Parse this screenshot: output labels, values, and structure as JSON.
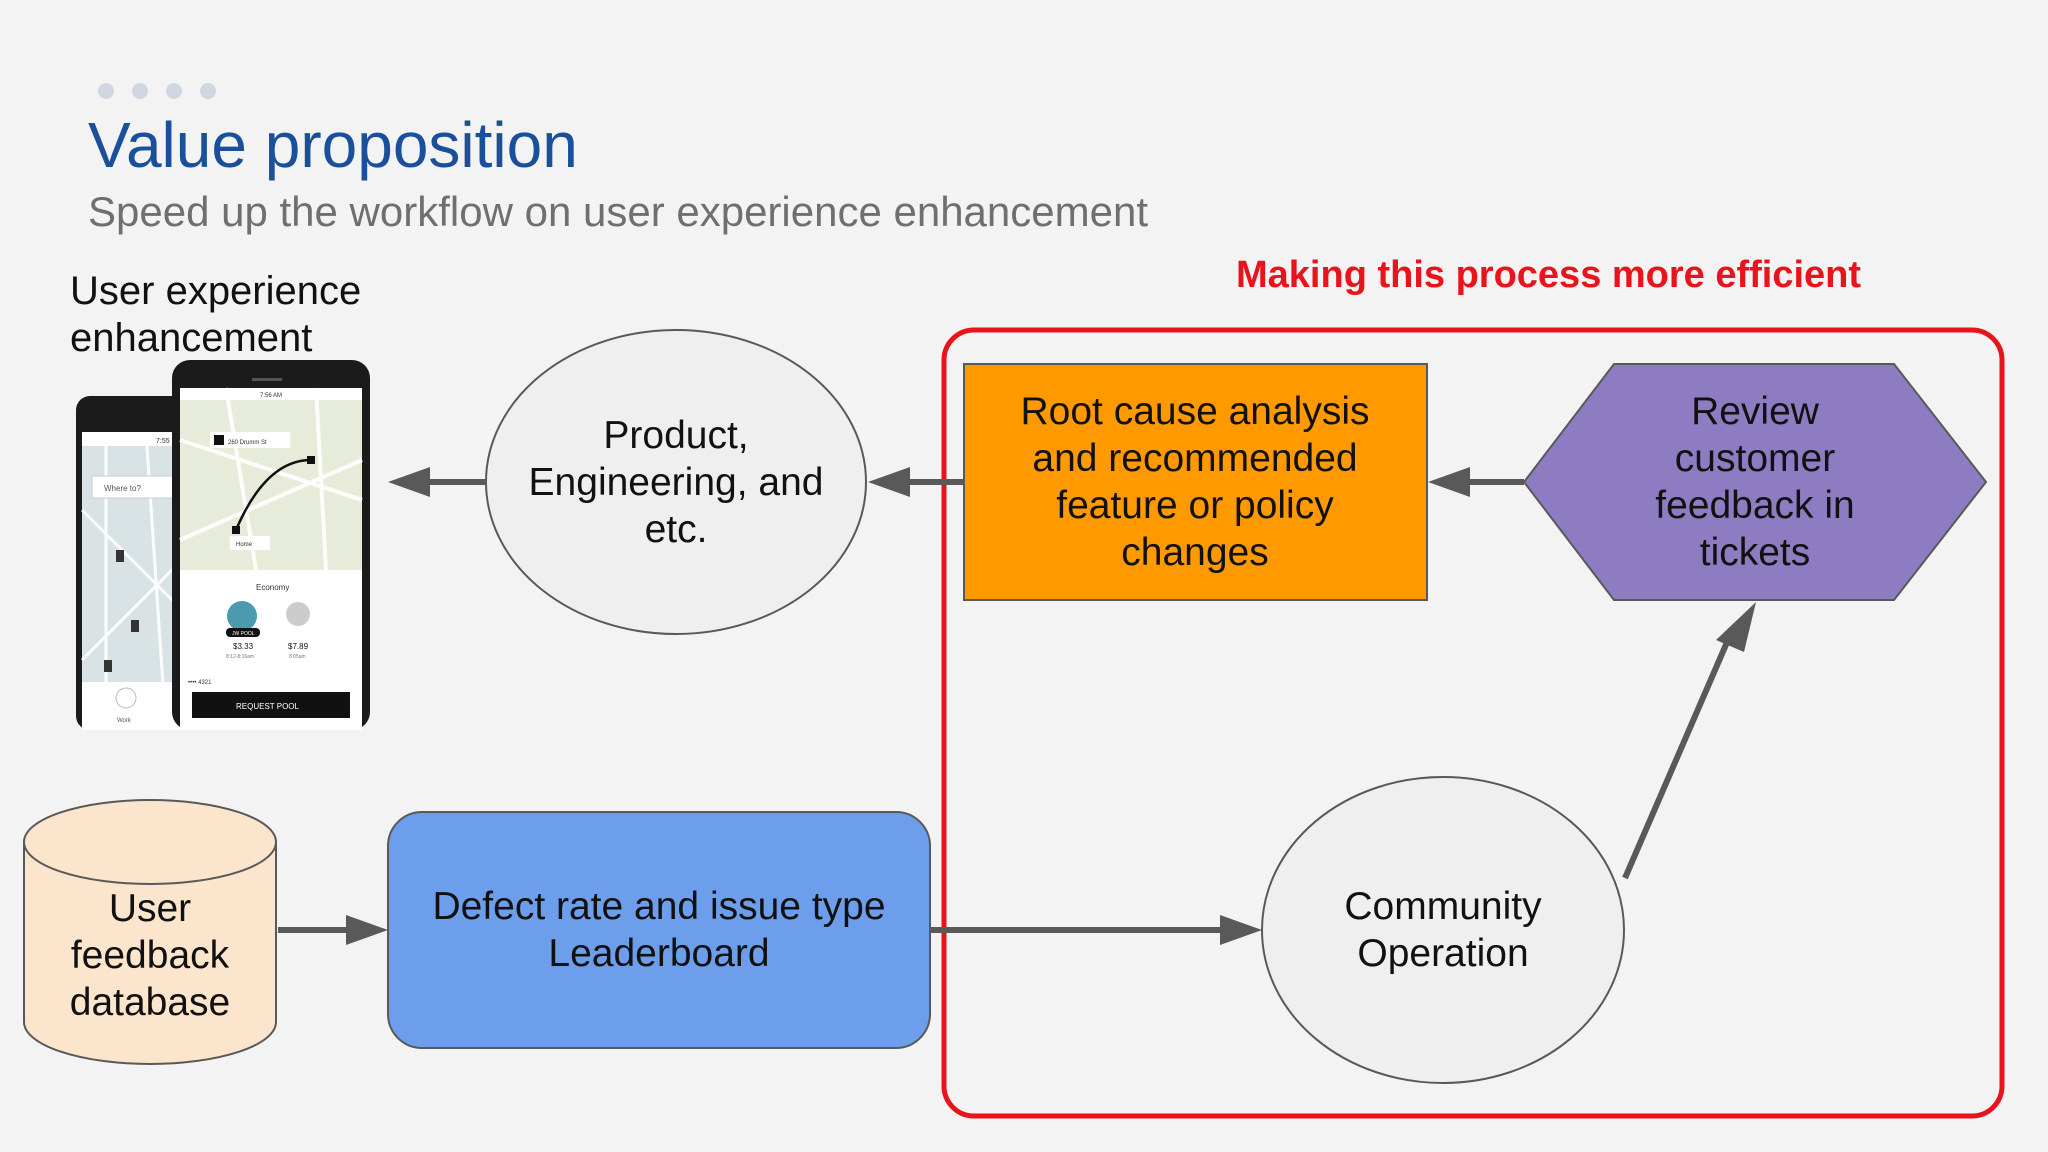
{
  "slide": {
    "title": "Value proposition",
    "subtitle": "Speed up the workflow on user experience enhancement",
    "caption": "User experience enhancement",
    "highlight_label": "Making this process more efficient"
  },
  "phone": {
    "back_time": "7:55",
    "front_time": "7:56 AM",
    "destination": "260 Drumm St",
    "where_to": "Where to?",
    "home": "Home",
    "economy": "Economy",
    "pool_badge": "JW POOL",
    "price_pool": "$3.33",
    "eta_pool": "8:12-8:16am",
    "price_x": "$7.89",
    "eta_x": "8:05am",
    "card": "•••• 4321",
    "request_button": "REQUEST POOL",
    "work": "Work"
  },
  "nodes": {
    "product_engineering": "Product, Engineering, and etc.",
    "root_cause": "Root cause analysis and recommended feature or policy changes",
    "review_feedback": "Review customer feedback in tickets",
    "feedback_db": "User feedback database",
    "leaderboard": "Defect rate and issue type Leaderboard",
    "community_ops": "Community Operation"
  },
  "colors": {
    "title": "#1a4f9c",
    "highlight": "#e8131b",
    "root_cause_fill": "#ff9900",
    "review_fill": "#8e7cc3",
    "leaderboard_fill": "#6d9eeb",
    "db_fill": "#fce5cd",
    "ellipse_fill": "#efefef",
    "arrow": "#595959"
  }
}
